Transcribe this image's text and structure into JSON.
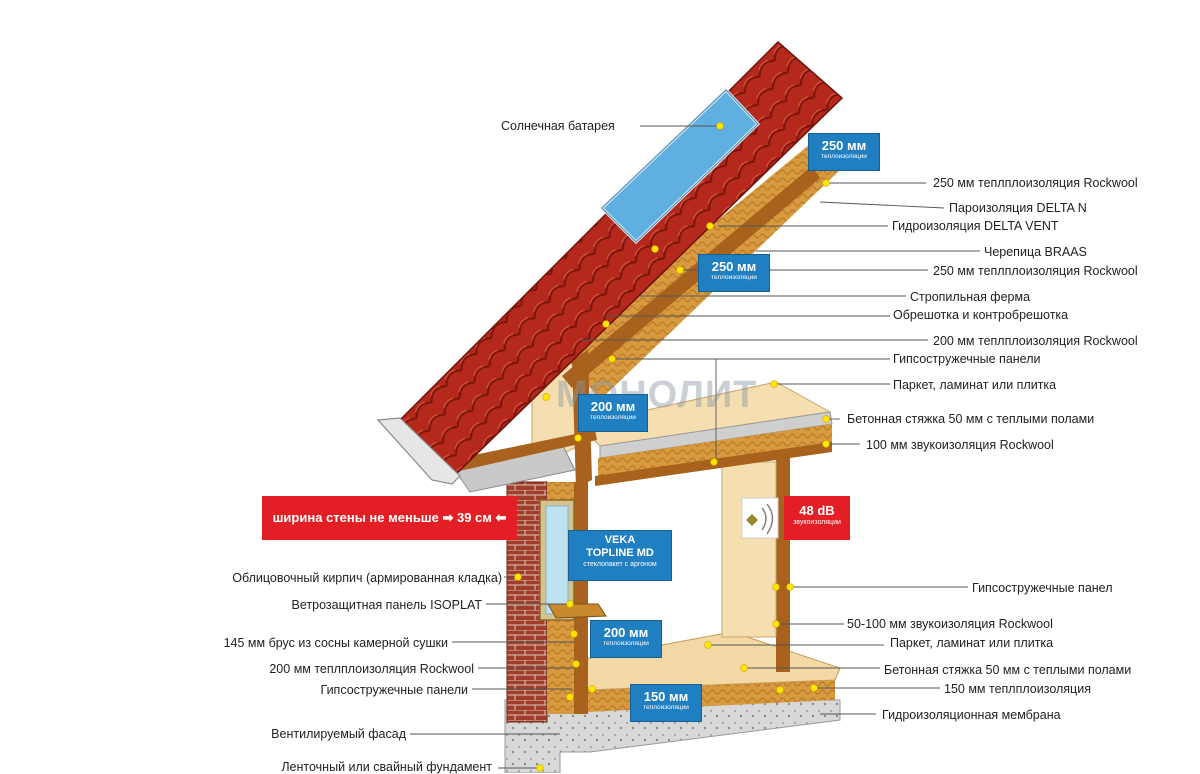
{
  "labels": {
    "solar": "Солнечная батарея",
    "r1": "250 мм теплплоизоляция Rockwool",
    "r2": "Пароизоляция DELTA N",
    "r3": "Гидроизоляция DELTA VENT",
    "r4": "Черепица BRAAS",
    "r5": "250 мм теплплоизоляция Rockwool",
    "r6": "Стропильная ферма",
    "r7": "Обрешотка и контробрешотка",
    "r8": "200 мм теплплоизоляция Rockwool",
    "r9": "Гипсостружечные панели",
    "r10": "Паркет,  ламинат или плитка",
    "r11": "Бетонная стяжка 50 мм с теплыми полами",
    "r12": "100 мм звукоизоляция Rockwool",
    "r13": "Гипсостружечные панел",
    "r14": "50-100 мм звукоизоляция Rockwool",
    "r15": "Паркет,  ламинат или плитка",
    "r16": "Бетонная стяжка 50 мм с теплыми полами",
    "r17": "150 мм теплплоизоляция",
    "r18": "Гидроизоляционная мембрана",
    "l1": "Облицовочный кирпич (армированная кладка)",
    "l2": "Ветрозащитная панель ISOPLAT",
    "l3": "145 мм брус из сосны камерной сушки",
    "l4": "200 мм теплплоизоляция Rockwool",
    "l5": "Гипсостружечные панели",
    "l6": "Вентилируемый фасад",
    "l7": "Ленточный или свайный фундамент"
  },
  "boxes": {
    "b1_big": "250 мм",
    "b1_small": "теплоизоляции",
    "b2_big": "250 мм",
    "b2_small": "теплоизоляции",
    "b3_big": "200 мм",
    "b3_small": "теплоизоляции",
    "b4_big": "200 мм",
    "b4_small": "теплоизоляции",
    "b5_big": "150 мм",
    "b5_small": "теплоизоляции"
  },
  "veka": {
    "line1": "VEKA",
    "line2": "TOPLINE MD",
    "line3": "стеклопакет с аргоном"
  },
  "wall_banner": "ширина стены не меньше ➡ 39 см ⬅",
  "sound": {
    "big": "48 dB",
    "small": "звукоизоляции"
  },
  "watermark": "МОНОЛИТ",
  "colors": {
    "blue_box": "#1f7fc1",
    "red_banner": "#e31e24",
    "roof_tile": "#b5281c",
    "insulation": "#d79a3e",
    "wood": "#a8621d",
    "brick": "#9b3a2a",
    "wall_panel": "#f5deb0",
    "dot": "#ffe600"
  }
}
